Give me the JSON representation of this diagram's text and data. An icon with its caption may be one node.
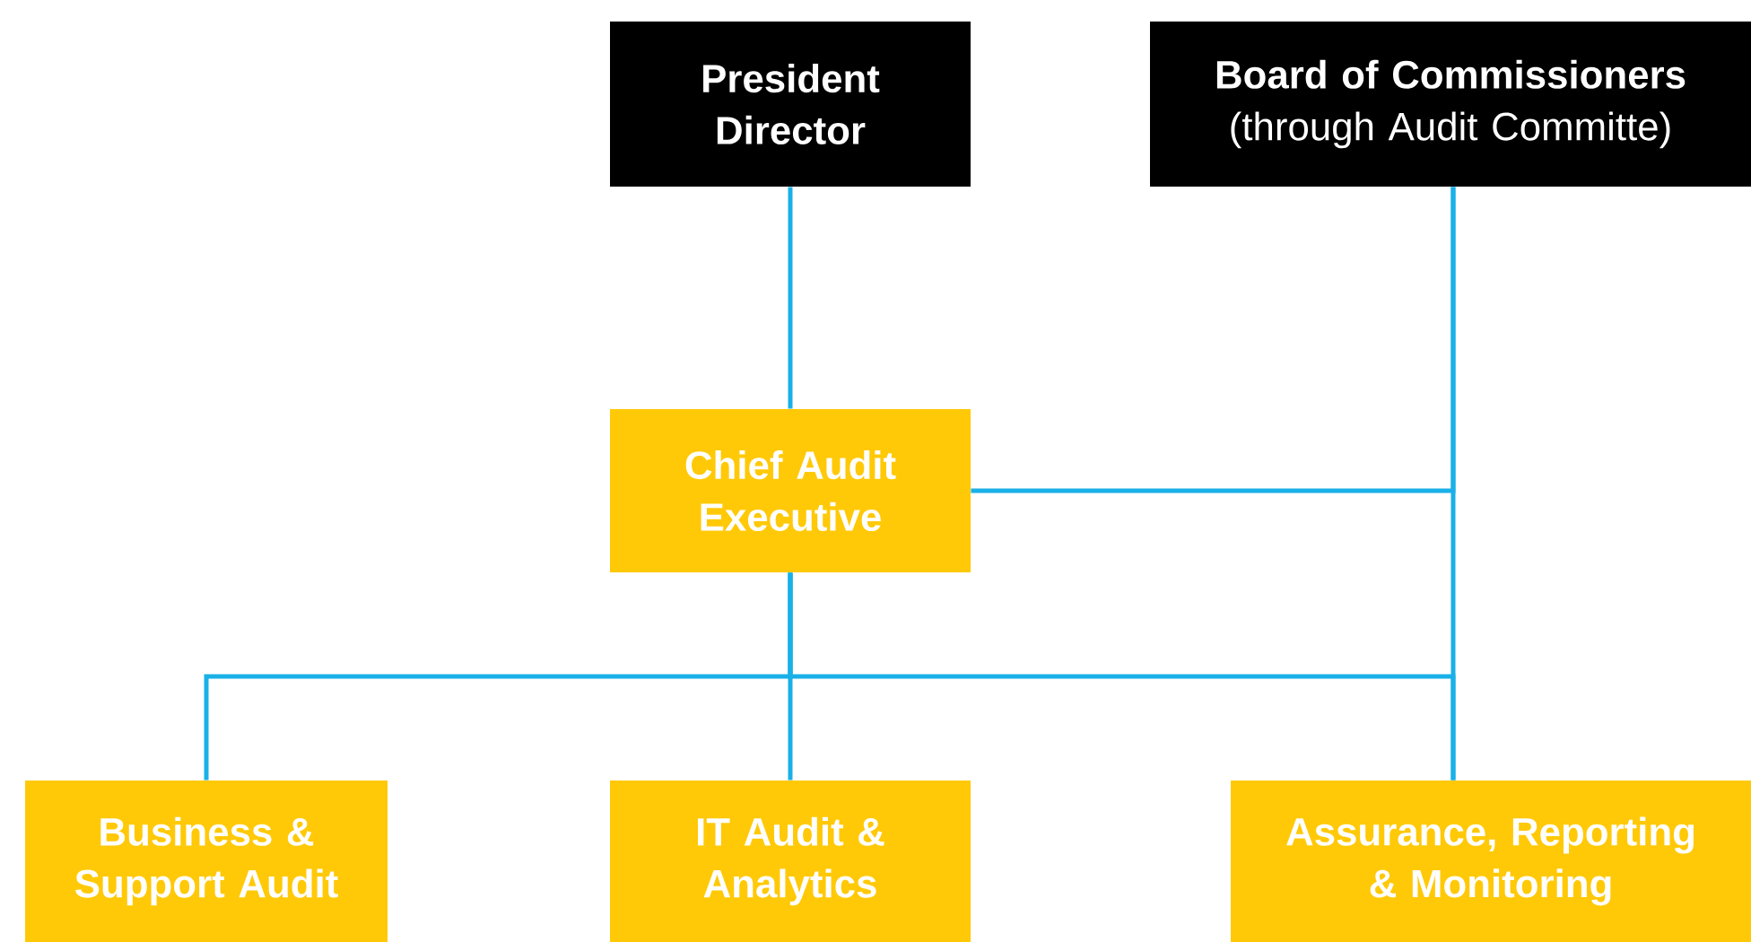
{
  "diagram": {
    "nodes": [
      {
        "text": [
          "President Director"
        ]
      },
      {
        "text": [
          "Board of Commissioners",
          "(through Audit Committe)"
        ]
      },
      {
        "text": [
          "Chief Audit Executive"
        ]
      },
      {
        "text": [
          "Business & Support Audit"
        ]
      },
      {
        "text": [
          "IT Audit & Analytics"
        ]
      },
      {
        "text": [
          "Assurance, Reporting & Monitoring"
        ]
      }
    ],
    "edges": [
      {
        "from": 0,
        "to": 2,
        "arrow": "none"
      },
      {
        "from": 1,
        "to": 2,
        "arrow": "none"
      },
      {
        "from": 1,
        "to": 5,
        "arrow": "none"
      },
      {
        "from": 2,
        "to": 3,
        "arrow": "none"
      },
      {
        "from": 2,
        "to": 4,
        "arrow": "none"
      },
      {
        "from": 2,
        "to": 5,
        "arrow": "none"
      }
    ]
  }
}
